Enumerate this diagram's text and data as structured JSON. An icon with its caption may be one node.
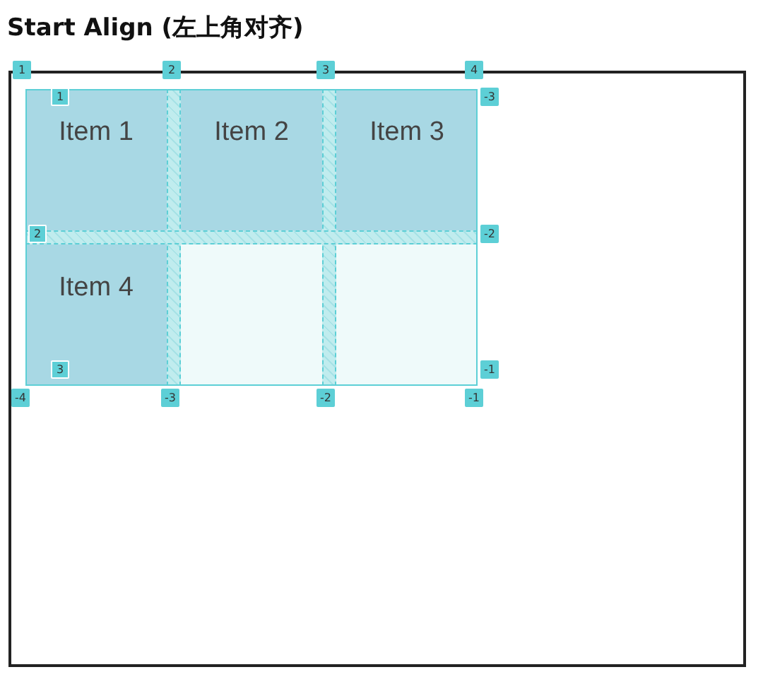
{
  "diagram": {
    "title": "Start Align (左上角对齐)",
    "nodes": [
      {
        "text": [],
        "shape": "box"
      },
      {
        "text": [
          "Item 1"
        ],
        "in": 0
      },
      {
        "text": [
          "Item 2"
        ],
        "in": 0
      },
      {
        "text": [
          "Item 3"
        ],
        "in": 0
      },
      {
        "text": [
          "Item 4"
        ],
        "in": 0
      }
    ],
    "labels": [
      "1",
      "2",
      "3",
      "4",
      "1",
      "-3",
      "2",
      "-2",
      "3",
      "-1",
      "-4",
      "-3",
      "-2",
      "-1"
    ]
  }
}
